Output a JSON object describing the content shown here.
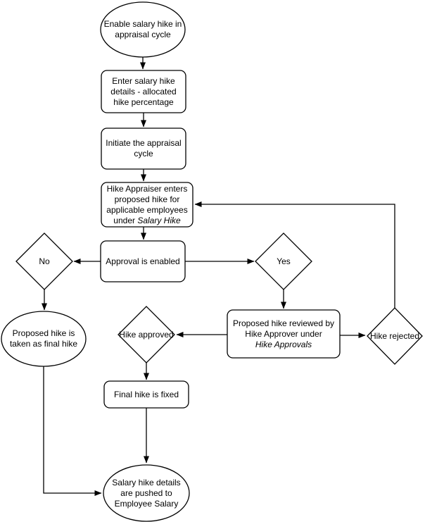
{
  "diagram": {
    "type": "flowchart",
    "background_color": "#ffffff",
    "stroke_color": "#000000",
    "fill_color": "#ffffff",
    "text_color": "#000000",
    "nodes": {
      "start": {
        "shape": "ellipse",
        "label": "Enable salary hike in\nappraisal cycle"
      },
      "enter_details": {
        "shape": "rounded-rect",
        "label": "Enter salary hike\ndetails - allocated\nhike percentage"
      },
      "initiate": {
        "shape": "rounded-rect",
        "label": "Initiate the appraisal\ncycle"
      },
      "appraiser": {
        "shape": "rounded-rect",
        "label_main": "Hike Appraiser enters\nproposed hike for\napplicable employees\nunder ",
        "label_italic": "Salary Hike"
      },
      "approval_enabled": {
        "shape": "rounded-rect",
        "label": "Approval is enabled"
      },
      "no": {
        "shape": "diamond",
        "label": "No"
      },
      "yes": {
        "shape": "diamond",
        "label": "Yes"
      },
      "proposed_final": {
        "shape": "ellipse",
        "label": "Proposed hike is\ntaken as final hike"
      },
      "hike_approved": {
        "shape": "diamond",
        "label": "Hike approved"
      },
      "reviewed": {
        "shape": "rounded-rect",
        "label_main": "Proposed hike reviewed by\nHike Approver under\n",
        "label_italic": "Hike Approvals"
      },
      "hike_rejected": {
        "shape": "diamond",
        "label": "Hike rejected"
      },
      "final_fixed": {
        "shape": "rounded-rect",
        "label": "Final hike is fixed"
      },
      "end": {
        "shape": "ellipse",
        "label": "Salary hike details\nare pushed to\nEmployee Salary"
      }
    },
    "edges": [
      {
        "from": "start",
        "to": "enter_details"
      },
      {
        "from": "enter_details",
        "to": "initiate"
      },
      {
        "from": "initiate",
        "to": "appraiser"
      },
      {
        "from": "appraiser",
        "to": "approval_enabled"
      },
      {
        "from": "approval_enabled",
        "to": "no"
      },
      {
        "from": "approval_enabled",
        "to": "yes"
      },
      {
        "from": "no",
        "to": "proposed_final"
      },
      {
        "from": "yes",
        "to": "reviewed"
      },
      {
        "from": "reviewed",
        "to": "hike_approved"
      },
      {
        "from": "reviewed",
        "to": "hike_rejected"
      },
      {
        "from": "hike_rejected",
        "to": "appraiser"
      },
      {
        "from": "hike_approved",
        "to": "final_fixed"
      },
      {
        "from": "final_fixed",
        "to": "end"
      },
      {
        "from": "proposed_final",
        "to": "end"
      }
    ]
  }
}
